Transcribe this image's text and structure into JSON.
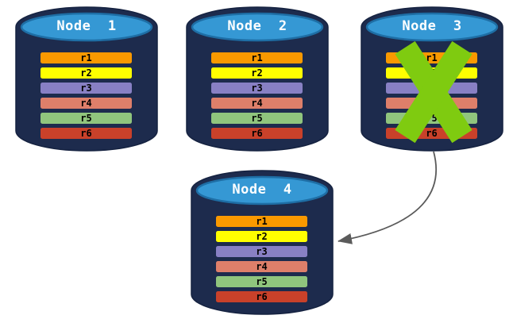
{
  "diagram": {
    "description": "Four database nodes each holding replicas r1-r6; Node 3 is crossed out (failed) with an arrow to Node 4",
    "colors": {
      "cylinder_body": "#1D2B4D",
      "cylinder_body_edge": "#152240",
      "cylinder_top": "#3598D4",
      "cylinder_top_edge": "#1E6EA5",
      "failure_x": "#7FCB10",
      "arrow": "#5B5B5B",
      "title_text": "#FFFFFF",
      "record_text": "#000000"
    },
    "nodes": [
      {
        "title": "Node  1",
        "failed": false,
        "records": [
          {
            "label": "r1",
            "color": "#F99900"
          },
          {
            "label": "r2",
            "color": "#FFFF00"
          },
          {
            "label": "r3",
            "color": "#8880C4"
          },
          {
            "label": "r4",
            "color": "#DE7F6A"
          },
          {
            "label": "r5",
            "color": "#90C57D"
          },
          {
            "label": "r6",
            "color": "#C9412A"
          }
        ]
      },
      {
        "title": "Node  2",
        "failed": false,
        "records": [
          {
            "label": "r1",
            "color": "#F99900"
          },
          {
            "label": "r2",
            "color": "#FFFF00"
          },
          {
            "label": "r3",
            "color": "#8880C4"
          },
          {
            "label": "r4",
            "color": "#DE7F6A"
          },
          {
            "label": "r5",
            "color": "#90C57D"
          },
          {
            "label": "r6",
            "color": "#C9412A"
          }
        ]
      },
      {
        "title": "Node  3",
        "failed": true,
        "records": [
          {
            "label": "r1",
            "color": "#F99900"
          },
          {
            "label": "r2",
            "color": "#FFFF00"
          },
          {
            "label": "r3",
            "color": "#8880C4"
          },
          {
            "label": "r4",
            "color": "#DE7F6A"
          },
          {
            "label": "r5",
            "color": "#90C57D"
          },
          {
            "label": "r6",
            "color": "#C9412A"
          }
        ]
      },
      {
        "title": "Node  4",
        "failed": false,
        "records": [
          {
            "label": "r1",
            "color": "#F99900"
          },
          {
            "label": "r2",
            "color": "#FFFF00"
          },
          {
            "label": "r3",
            "color": "#8880C4"
          },
          {
            "label": "r4",
            "color": "#DE7F6A"
          },
          {
            "label": "r5",
            "color": "#90C57D"
          },
          {
            "label": "r6",
            "color": "#C9412A"
          }
        ]
      }
    ],
    "arrow": {
      "from": "Node 3",
      "to": "Node 4"
    }
  }
}
